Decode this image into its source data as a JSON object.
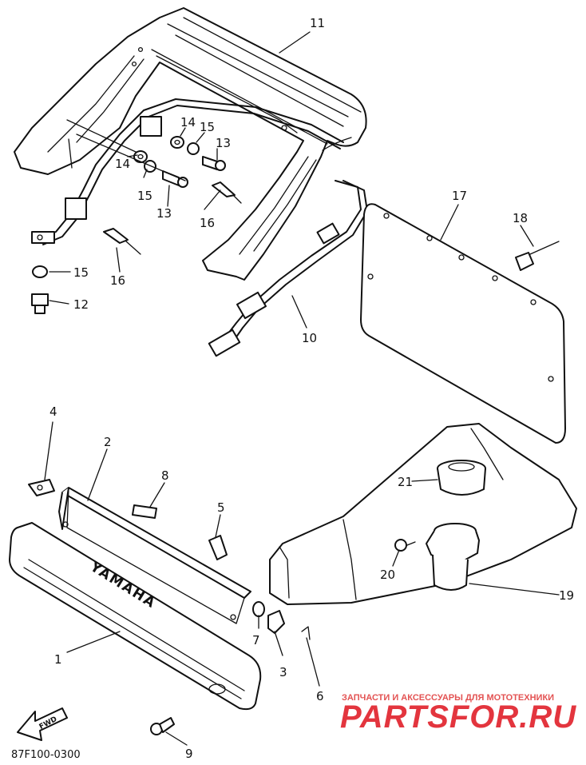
{
  "diagram": {
    "diagram_code": "87F100-0300",
    "fwd_label": "FWD",
    "brand_mark": "YAMAHA",
    "colors": {
      "line": "#111111",
      "watermark_red": "#e0202a",
      "watermark_text": "#e04040"
    },
    "callouts": [
      {
        "id": "c11",
        "text": "11"
      },
      {
        "id": "c17",
        "text": "17"
      },
      {
        "id": "c18",
        "text": "18"
      },
      {
        "id": "c14a",
        "text": "14"
      },
      {
        "id": "c15a",
        "text": "15"
      },
      {
        "id": "c13a",
        "text": "13"
      },
      {
        "id": "c14b",
        "text": "14"
      },
      {
        "id": "c15b",
        "text": "15"
      },
      {
        "id": "c13b",
        "text": "13"
      },
      {
        "id": "c16a",
        "text": "16"
      },
      {
        "id": "c15c",
        "text": "15"
      },
      {
        "id": "c12",
        "text": "12"
      },
      {
        "id": "c16b",
        "text": "16"
      },
      {
        "id": "c10",
        "text": "10"
      },
      {
        "id": "c4",
        "text": "4"
      },
      {
        "id": "c2",
        "text": "2"
      },
      {
        "id": "c8",
        "text": "8"
      },
      {
        "id": "c5",
        "text": "5"
      },
      {
        "id": "c21",
        "text": "21"
      },
      {
        "id": "c20",
        "text": "20"
      },
      {
        "id": "c19",
        "text": "19"
      },
      {
        "id": "c7",
        "text": "7"
      },
      {
        "id": "c3",
        "text": "3"
      },
      {
        "id": "c1",
        "text": "1"
      },
      {
        "id": "c6",
        "text": "6"
      },
      {
        "id": "c9",
        "text": "9"
      }
    ]
  },
  "watermark": {
    "tagline": "ЗАПЧАСТИ И АКСЕССУАРЫ ДЛЯ МОТОТЕХНИКИ",
    "site": "PARTSFOR.RU"
  }
}
